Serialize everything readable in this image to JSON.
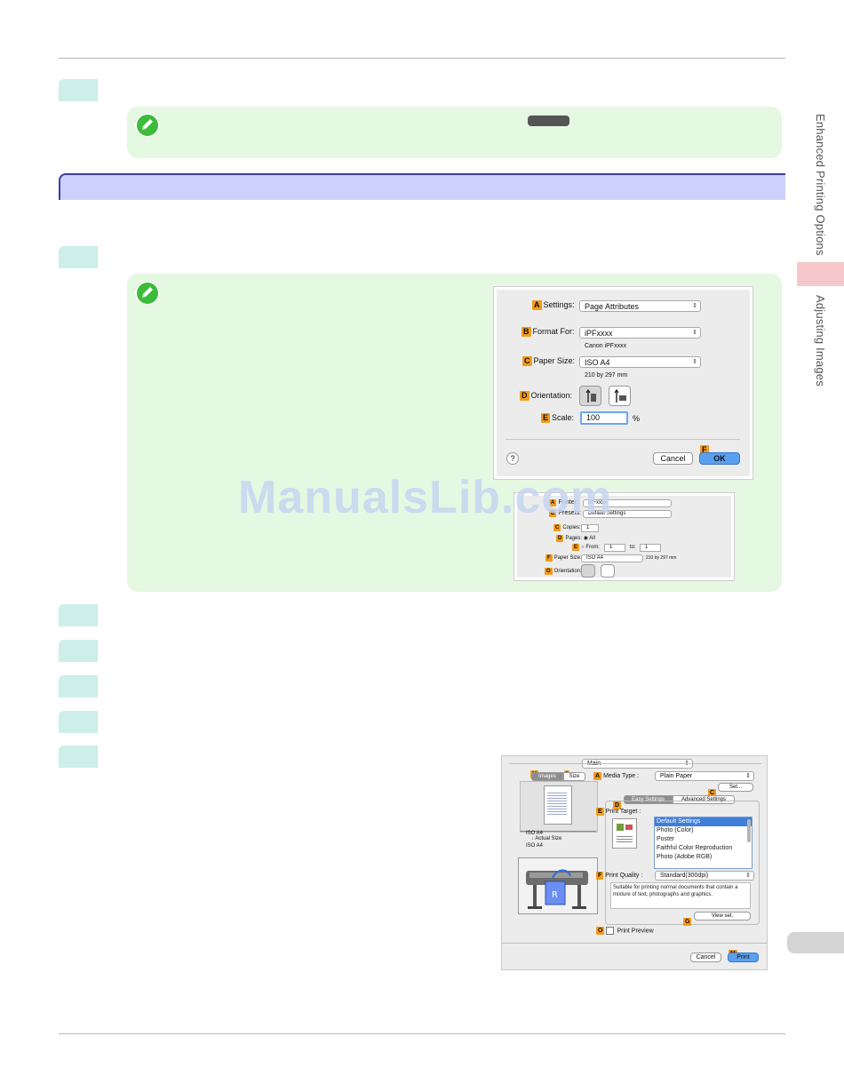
{
  "sidebar": {
    "section_1": "Enhanced Printing Options",
    "section_2": "Adjusting Images"
  },
  "watermark": "ManualsLib.com",
  "page_setup_dialog": {
    "settings_label": "Settings:",
    "settings_value": "Page Attributes",
    "format_for_label": "Format For:",
    "format_for_value": "iPFxxxx",
    "format_for_sub": "Canon iPFxxxx",
    "paper_size_label": "Paper Size:",
    "paper_size_value": "ISO A4",
    "paper_size_sub": "210 by 297 mm",
    "orientation_label": "Orientation:",
    "scale_label": "Scale:",
    "scale_value": "100",
    "scale_unit": "%",
    "help_symbol": "?",
    "cancel_label": "Cancel",
    "ok_label": "OK",
    "badges": {
      "a": "A",
      "b": "B",
      "c": "C",
      "d": "D",
      "e": "E",
      "f": "F"
    }
  },
  "print_dialog_small": {
    "printer_label": "Printer:",
    "printer_value": "iPFxxxx",
    "presets_label": "Presets:",
    "presets_value": "Default Settings",
    "copies_label": "Copies:",
    "copies_value": "1",
    "pages_label": "Pages:",
    "pages_all": "All",
    "from_label": "From:",
    "from_value": "1",
    "to_label": "to:",
    "to_value": "1",
    "paper_size_label": "Paper Size:",
    "paper_size_value": "ISO A4",
    "paper_size_sub": "210 by 297 mm",
    "orientation_label": "Orientation:",
    "badges": {
      "a": "A",
      "b": "B",
      "c": "C",
      "d": "D",
      "e": "E",
      "f": "F",
      "g": "G"
    }
  },
  "driver_dialog": {
    "panel_value": "Main",
    "tab_images": "Images",
    "tab_size": "Size",
    "media_type_label": "Media Type :",
    "media_type_value": "Plain Paper",
    "set_button": "Set...",
    "tab_easy": "Easy Settings",
    "tab_advanced": "Advanced Settings",
    "print_target_label": "Print Target :",
    "print_targets": [
      "Default Settings",
      "Photo (Color)",
      "Poster",
      "Faithful Color Reproduction",
      "Photo (Adobe RGB)"
    ],
    "paper_info_1": "ISO A4",
    "paper_info_2": "Actual Size",
    "paper_info_3": "ISO A4",
    "print_quality_label": "Print Quality :",
    "print_quality_value": "Standard(300dpi)",
    "description": "Suitable for printing normal documents that contain a mixture of text, photographs and graphics.",
    "view_set_button": "View set.",
    "print_preview_label": "Print Preview",
    "cancel_label": "Cancel",
    "print_label": "Print",
    "badges": {
      "a": "A",
      "c": "C",
      "d": "D",
      "e": "E",
      "f": "F",
      "g": "G",
      "h": "H",
      "i": "I",
      "m": "M",
      "o": "O"
    }
  },
  "colors": {
    "step_tab": "#cdeee9",
    "note_bg": "#e5f8e1",
    "section_bar": "#cdd0fa",
    "section_border": "#3a3ea8",
    "side_tab": "#f6c8cc",
    "badge": "#f29a1b"
  }
}
